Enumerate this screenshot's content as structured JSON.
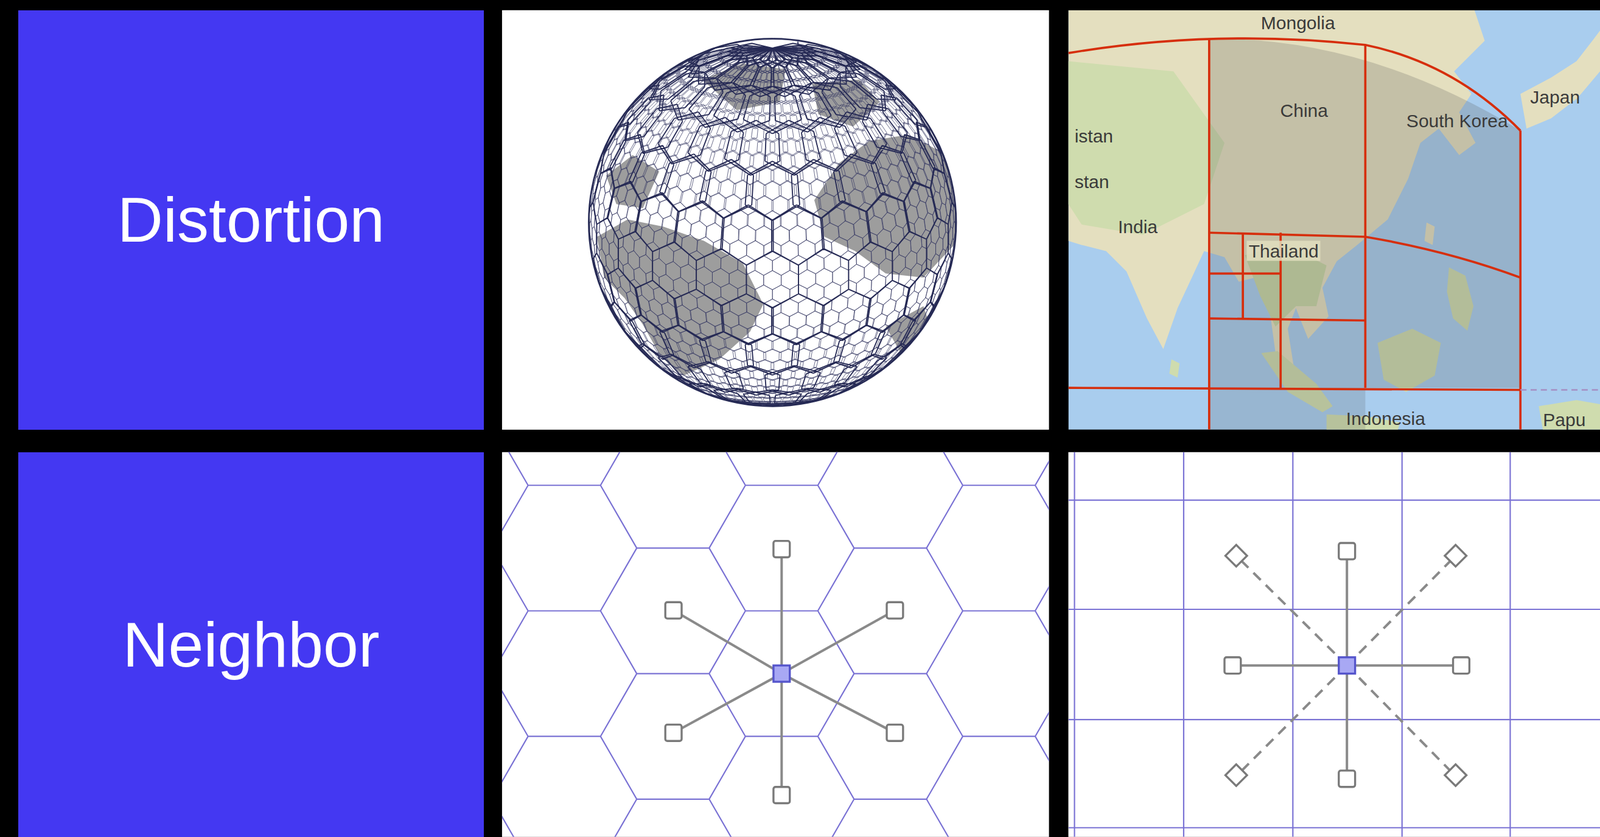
{
  "diagram": {
    "nodes": [
      {
        "text": [
          "Distortion"
        ]
      },
      {
        "text": [
          "Neighbor"
        ]
      }
    ],
    "labels": [
      "Mongolia",
      "Japan",
      "China",
      "South Korea",
      "istan",
      "stan",
      "India",
      "Thailand",
      "Indonesia",
      "Papu"
    ]
  }
}
